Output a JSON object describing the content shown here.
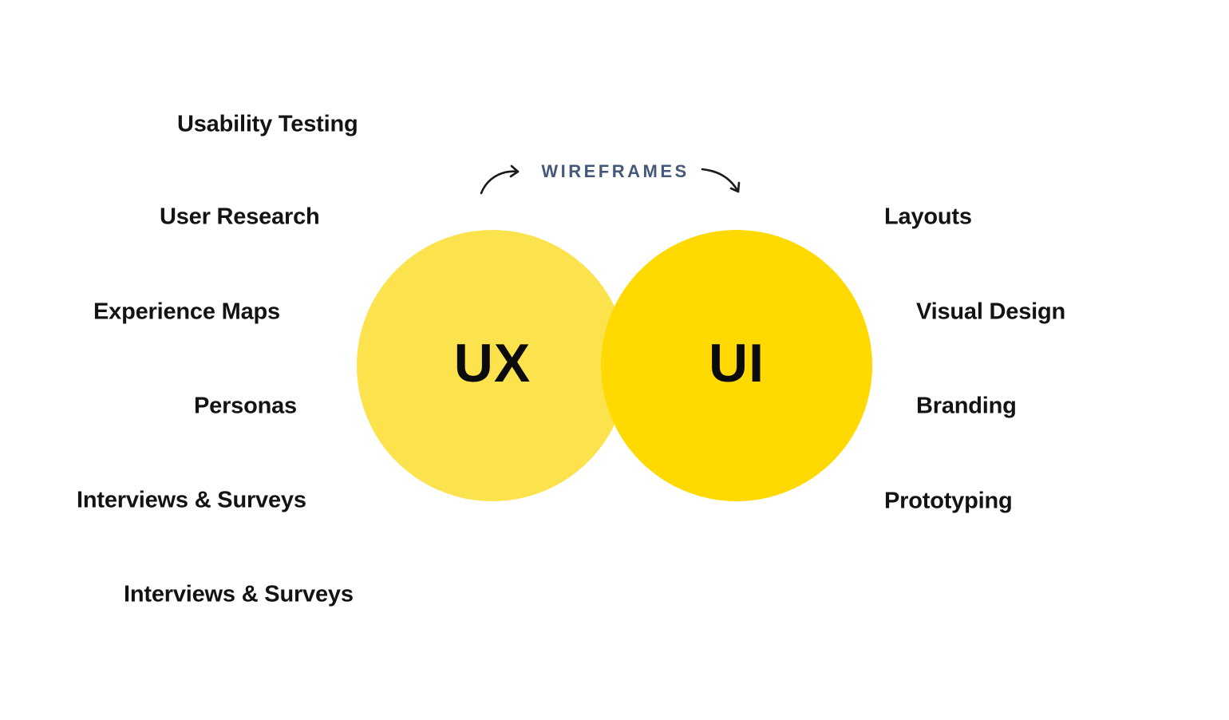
{
  "diagram": {
    "title": "WIREFRAMES",
    "background_color": "#FFFFFF",
    "title_color": "#46587A",
    "text_color": "#131313",
    "venn": {
      "left_circle": {
        "label": "UX",
        "color": "#FCE34E"
      },
      "right_circle": {
        "label": "UI",
        "color": "#FFD900"
      },
      "left_items": [
        "Usability Testing",
        "User Research",
        "Experience Maps",
        "Personas",
        "Interviews & Surveys",
        "Interviews & Surveys"
      ],
      "right_items": [
        "Layouts",
        "Visual Design",
        "Branding",
        "Prototyping"
      ]
    },
    "icons": {
      "left": "curved-arrow-up-right-icon",
      "right": "curved-arrow-down-right-icon"
    }
  }
}
